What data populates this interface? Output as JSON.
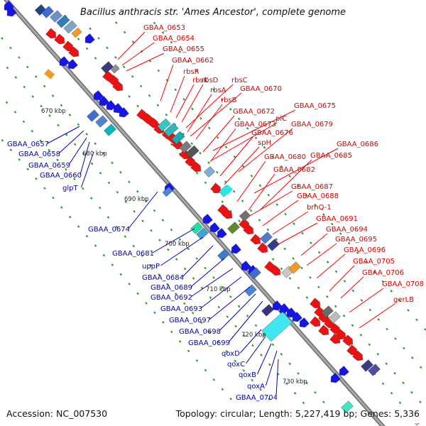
{
  "title": "Bacillus anthracis str. 'Ames Ancestor', complete genome",
  "footer": {
    "accession": "Accession: NC_007530",
    "summary": "Topology: circular; Length: 5,227,419 bp; Genes: 5,336"
  },
  "colors": {
    "forward_label": "#dd0000",
    "reverse_label": "#0000cc",
    "backbone": "#8c8c8c",
    "tick_dots": "#2e9e2e"
  },
  "ruler": [
    "670 kbp",
    "680 kbp",
    "690 kbp",
    "700 kbp",
    "710 kbp",
    "720 kbp",
    "730 kbp"
  ],
  "forward_genes": [
    "GBAA_0653",
    "GBAA_0654",
    "GBAA_0655",
    "GBAA_0662",
    "rbsR",
    "rbsK",
    "rbsD",
    "rbsC",
    "rbsA",
    "GBAA_0670",
    "rbsB",
    "GBAA_0675",
    "GBAA_0672",
    "plC",
    "GBAA_0673",
    "GBAA_0679",
    "GBAA_0676",
    "spH",
    "GBAA_0686",
    "GBAA_0680",
    "GBAA_0685",
    "GBAA_0682",
    "GBAA_0687",
    "GBAA_0688",
    "brnQ-1",
    "GBAA_0691",
    "GBAA_0694",
    "GBAA_0695",
    "GBAA_0696",
    "GBAA_0705",
    "GBAA_0706",
    "GBAA_0708",
    "gerLB"
  ],
  "reverse_genes": [
    "GBAA_0657",
    "GBAA_0658",
    "GBAA_0659",
    "GBAA_0660",
    "glpT",
    "GBAA_0674",
    "GBAA_0681",
    "uppP",
    "GBAA_0684",
    "GBAA_0689",
    "GBAA_0692",
    "GBAA_0693",
    "GBAA_0697",
    "GBAA_0698",
    "GBAA_0699",
    "qoxD",
    "qoxC",
    "qoxB",
    "qoxA",
    "GBAA_0704"
  ]
}
